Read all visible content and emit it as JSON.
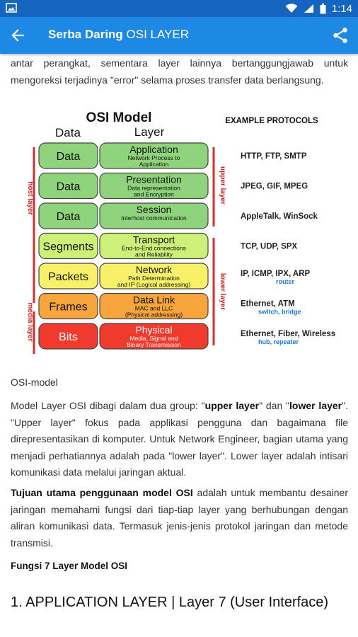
{
  "status_bar": {
    "time": "1:14",
    "icons": [
      "image-icon",
      "wifi-icon",
      "signal-icon",
      "battery-icon"
    ],
    "color": "#1565c0"
  },
  "app_bar": {
    "app_name": "Serba Daring",
    "page_title": "OSI LAYER",
    "color": "#1e88e5",
    "back_icon": "arrow-left-icon",
    "share_icon": "share-icon"
  },
  "article": {
    "intro_text": "antar perangkat, sementara layer lainnya bertanggungjawab untuk mengoreksi terjadinya \"error\" selama proses transfer data berlangsung.",
    "figure": {
      "title": "OSI  Model",
      "col_data": "Data",
      "col_layer": "Layer",
      "protocols_header": "EXAMPLE PROTOCOLS",
      "host_label": "host layer",
      "media_label": "media layer",
      "upper_label": "upper layer",
      "lower_label": "lower layer",
      "rows": [
        {
          "data": "Data",
          "layer": "Application",
          "desc1": "Network Process to",
          "desc2": "Application",
          "protocols": "HTTP, FTP, SMTP",
          "sub": "",
          "color": "#8fd47c"
        },
        {
          "data": "Data",
          "layer": "Presentation",
          "desc1": "Data representation",
          "desc2": "and Encryption",
          "protocols": "JPEG, GIF, MPEG",
          "sub": "",
          "color": "#8fd47c"
        },
        {
          "data": "Data",
          "layer": "Session",
          "desc1": "Interhost communication",
          "desc2": "",
          "protocols": "AppleTalk, WinSock",
          "sub": "",
          "color": "#8fd47c"
        },
        {
          "data": "Segments",
          "layer": "Transport",
          "desc1": "End-to-End connections",
          "desc2": "and Reliability",
          "protocols": "TCP, UDP, SPX",
          "sub": "",
          "color": "#cdf078"
        },
        {
          "data": "Packets",
          "layer": "Network",
          "desc1": "Path Determination",
          "desc2": "and IP (Logical addressing)",
          "protocols": "IP, ICMP, IPX, ARP",
          "sub": "router",
          "color": "#f9f06a"
        },
        {
          "data": "Frames",
          "layer": "Data Link",
          "desc1": "MAC and LLC",
          "desc2": "(Physical addressing)",
          "protocols": "Ethernet, ATM",
          "sub": "switch, bridge",
          "color": "#f7a53c"
        },
        {
          "data": "Bits",
          "layer": "Physical",
          "desc1": "Media, Signal and",
          "desc2": "Binary Transmission",
          "protocols": "Ethernet, Fiber, Wireless",
          "sub": "hub, repeater",
          "color": "#f03a2e"
        }
      ]
    },
    "caption": "OSI-model",
    "para1": [
      {
        "t": "Model Layer OSI dibagi dalam dua group: \"",
        "b": false
      },
      {
        "t": "upper layer",
        "b": true
      },
      {
        "t": "\" dan \"",
        "b": false
      },
      {
        "t": "lower layer",
        "b": true
      },
      {
        "t": "\". \"Upper layer\" fokus pada applikasi pengguna dan bagaimana file direpresentasikan di komputer. Untuk Network Engineer, bagian utama yang menjadi perhatiannya adalah pada \"lower layer\". Lower layer adalah intisari komunikasi data melalui jaringan aktual.",
        "b": false
      }
    ],
    "para2": [
      {
        "t": "Tujuan utama penggunaan model OSI",
        "b": true
      },
      {
        "t": " adalah untuk membantu desainer jaringan memahami fungsi dari tiap-tiap layer yang berhubungan dengan aliran komunikasi data. Termasuk jenis-jenis protokol jaringan dan metode transmisi.",
        "b": false
      }
    ],
    "heading_small": "Fungsi 7 Layer Model OSI",
    "heading_large": "1. APPLICATION LAYER | Layer 7 (User Interface)"
  }
}
